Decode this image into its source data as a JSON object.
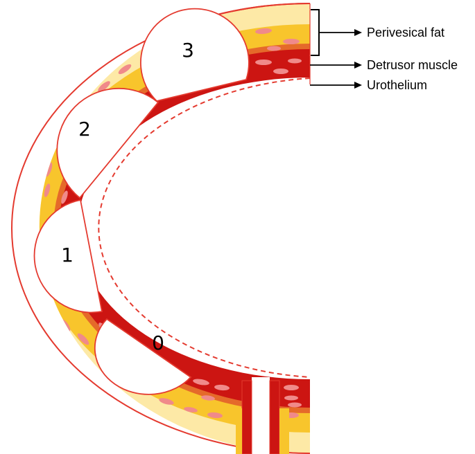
{
  "legend": {
    "perivesical_fat": "Perivesical fat",
    "detrusor_muscle": "Detrusor muscle",
    "urothelium": "Urothelium"
  },
  "tumors": [
    {
      "label": "3"
    },
    {
      "label": "2"
    },
    {
      "label": "1"
    },
    {
      "label": "0"
    }
  ],
  "colors": {
    "outline": "#e43a2f",
    "fat_light": "#fde9a6",
    "fat": "#f8c52c",
    "fat_dark": "#f3b416",
    "muscle": "#cc1512",
    "muscle_band": "#e56a2a",
    "fiber": "#f08a8a"
  }
}
